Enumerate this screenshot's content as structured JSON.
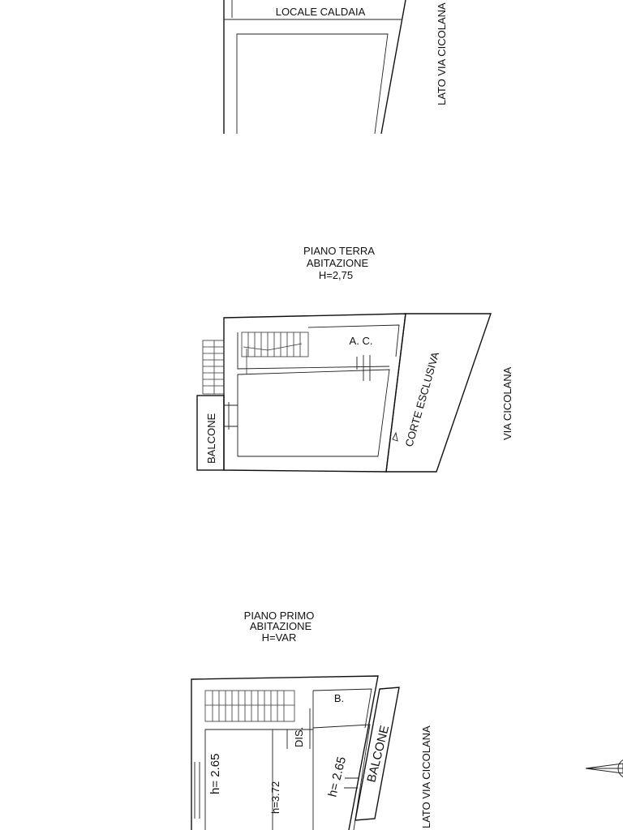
{
  "top_plan": {
    "room_label": "LOCALE CALDAIA",
    "side_label": "LATO VIA CICOLANA"
  },
  "ground_floor": {
    "title_line1": "PIANO TERRA",
    "title_line2": "ABITAZIONE",
    "title_line3": "H=2,75",
    "room_ac": "A. C.",
    "balcony": "BALCONE",
    "court": "CORTE ESCLUSIVA",
    "street": "VIA CICOLANA"
  },
  "first_floor": {
    "title_line1": "PIANO PRIMO",
    "title_line2": "ABITAZIONE",
    "title_line3": "H=VAR",
    "room_b": "B.",
    "room_dis": "DIS.",
    "height_left": "h= 2.65",
    "height_mid": "h=3.72",
    "height_right": "h= 2.65",
    "balcony": "BALCONE",
    "side_label": "LATO VIA CICOLANA"
  },
  "icons": {
    "compass": "north-arrow-icon"
  }
}
